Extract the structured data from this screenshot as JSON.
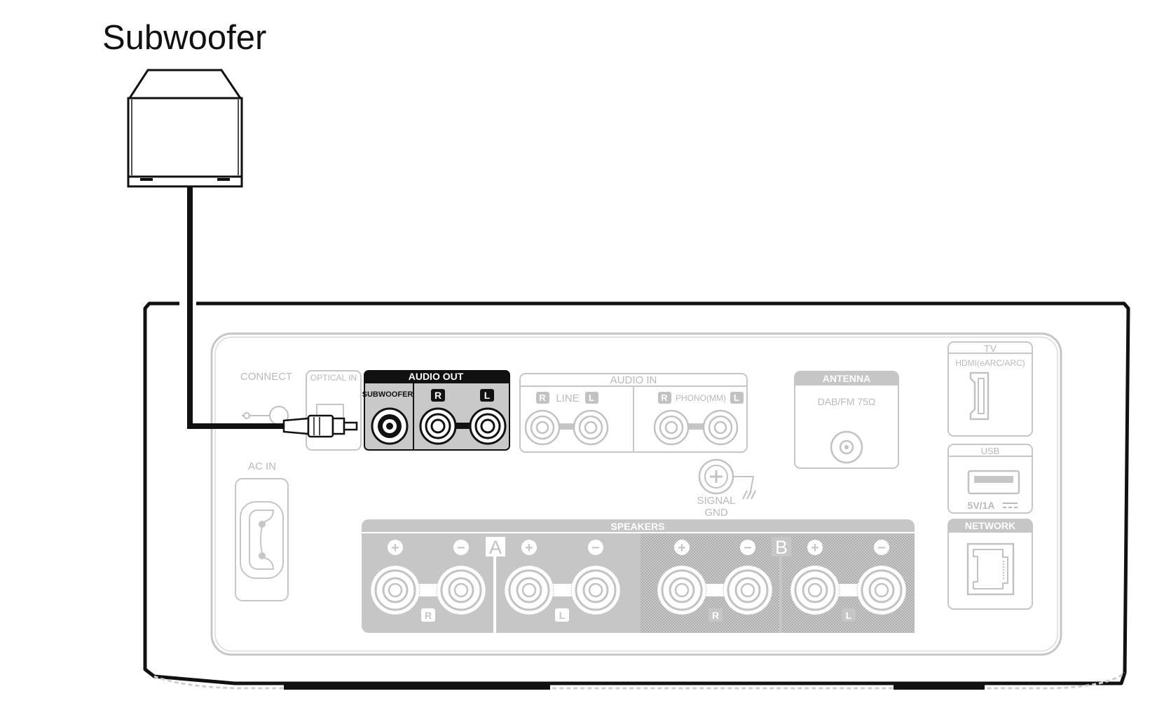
{
  "diagram": {
    "title": "Subwoofer",
    "panel": {
      "connect": "CONNECT",
      "optical_in": "OPTICAL IN",
      "audio_out": {
        "title": "AUDIO OUT",
        "subwoofer": "SUBWOOFER",
        "r": "R",
        "l": "L"
      },
      "audio_in": {
        "title": "AUDIO IN",
        "line_r": "R",
        "line": "LINE",
        "line_l": "L",
        "phono_r": "R",
        "phono": "PHONO(MM)",
        "phono_l": "L"
      },
      "antenna": {
        "title": "ANTENNA",
        "label": "DAB/FM 75Ω"
      },
      "tv": {
        "title": "TV",
        "hdmi": "HDMI(eARC/ARC)"
      },
      "usb": {
        "title": "USB",
        "power": "5V/1A"
      },
      "network": "NETWORK",
      "ac_in": "AC IN",
      "signal_gnd_1": "SIGNAL",
      "signal_gnd_2": "GND",
      "speakers": {
        "title": "SPEAKERS",
        "a": "A",
        "b": "B",
        "plus": "+",
        "minus": "−",
        "r": "R",
        "l": "L"
      }
    }
  }
}
